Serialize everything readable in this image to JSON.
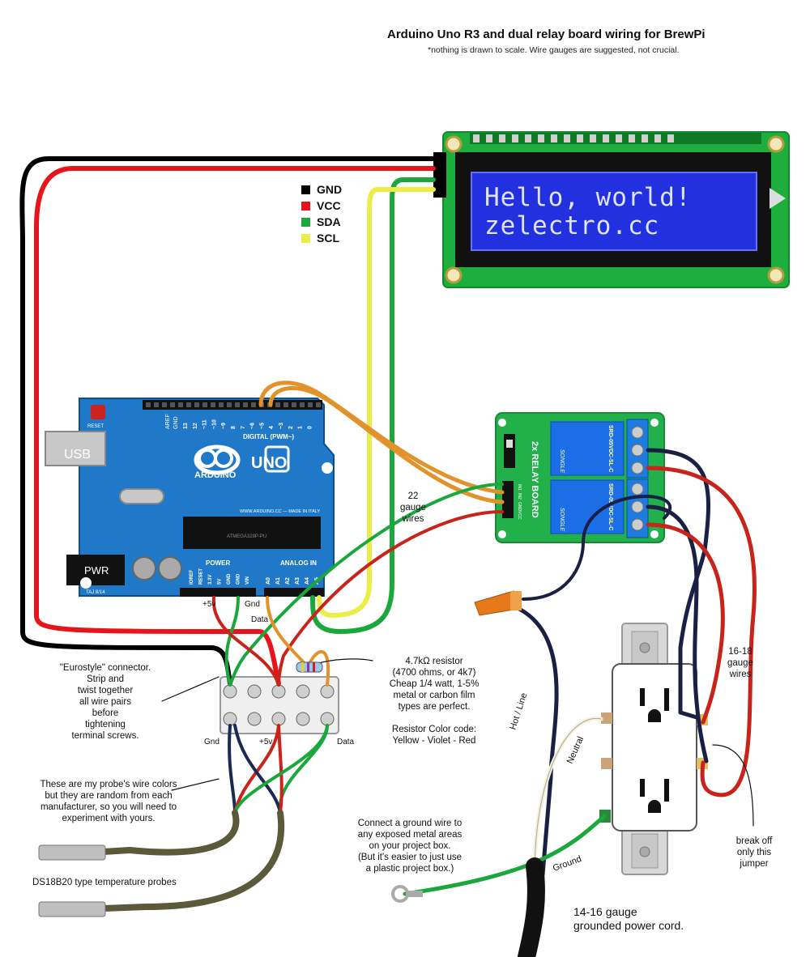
{
  "header": {
    "title": "Arduino Uno R3 and dual relay board wiring for BrewPi",
    "subtitle": "*nothing is drawn to scale.  Wire gauges are suggested, not crucial."
  },
  "legend": [
    {
      "label": "GND",
      "color": "#000000"
    },
    {
      "label": "VCC",
      "color": "#e8141b"
    },
    {
      "label": "SDA",
      "color": "#1aa83c"
    },
    {
      "label": "SCL",
      "color": "#eded4a"
    }
  ],
  "lcd": {
    "line1": "Hello, world!",
    "line2": "zelectro.cc"
  },
  "arduino": {
    "usb": "USB",
    "pwr": "PWR",
    "reset": "RESET",
    "digital": "DIGITAL (PWM~)",
    "brand": "ARDUINO",
    "model": "UNO",
    "website": "WWW.ARDUINO.CC — MADE IN ITALY",
    "chip": "ATMEGA328P-PU",
    "power": "POWER",
    "analog": "ANALOG IN",
    "taj": "TAJ 8/14",
    "aref": "AREF",
    "gnd": "GND",
    "digital_pins": [
      "13",
      "12",
      "~11",
      "~10",
      "~9",
      "8",
      "7",
      "~6",
      "~5",
      "4",
      "~3",
      "2",
      "1",
      "0"
    ],
    "power_pins": [
      "IOREF",
      "RESET",
      "3.3V",
      "5V",
      "GND",
      "GND",
      "VIN"
    ],
    "analog_pins": [
      "A0",
      "A1",
      "A2",
      "A3",
      "A4",
      "A5"
    ]
  },
  "relay": {
    "title": "2x RELAY BOARD",
    "relay_model": "SRD-05VDC-SL-C",
    "brand": "SONGLE",
    "pin_labels": [
      "IN1",
      "IN2",
      "GND",
      "VCC"
    ]
  },
  "labels": {
    "plus5v_top": "+5v",
    "gnd_top": "Gnd",
    "data_top": "Data",
    "gnd_bottom": "Gnd",
    "plus5v_bottom": "+5v",
    "data_bottom": "Data",
    "wires_22": "22\ngauge\nwires",
    "wires_16": "16-18\ngauge\nwires",
    "hot_line": "Hot / Line",
    "neutral": "Neutral",
    "ground": "Ground"
  },
  "notes": {
    "eurostyle": "\"Eurostyle\" connector.\nStrip and\ntwist together\nall wire pairs\nbefore\ntightening\nterminal screws.",
    "resistor": "4.7kΩ resistor\n(4700 ohms, or 4k7)\nCheap 1/4 watt, 1-5%\nmetal or carbon film\ntypes are perfect.",
    "resistor_code": "Resistor Color code:\nYellow - Violet - Red",
    "probe_colors": "These are my probe's wire colors\nbut they are random from each\nmanufacturer, so you will need to\nexperiment with yours.",
    "probes": "DS18B20  type temperature probes",
    "ground_wire": "Connect a ground wire to\nany exposed metal areas\non your project box.\n(But it's easier to just use\na plastic project box.)",
    "power_cord": "14-16 gauge\ngrounded power cord.",
    "jumper": "break off\nonly this\njumper"
  }
}
